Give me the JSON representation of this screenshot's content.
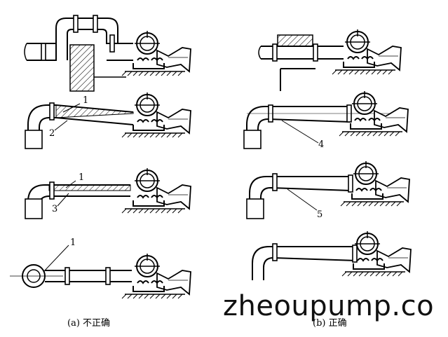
{
  "labels": {
    "l1a": "1",
    "l2": "2",
    "l1b": "1",
    "l3": "3",
    "l1c": "1",
    "l4": "4",
    "l5": "5"
  },
  "captions": {
    "left": "(a) 不正确",
    "right": "(b) 正确"
  },
  "watermark": "zheoupump.co"
}
